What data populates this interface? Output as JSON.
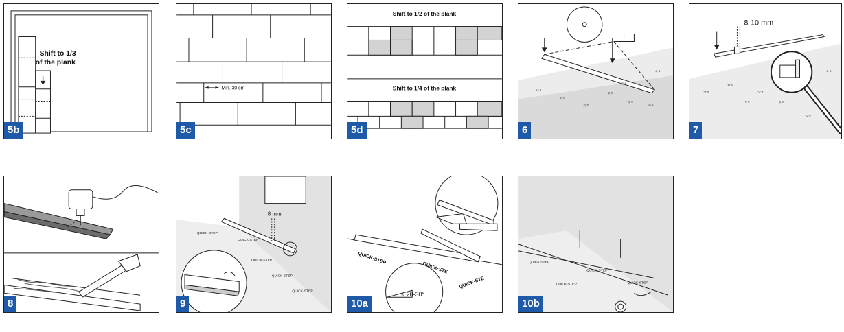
{
  "panels": {
    "p5b": {
      "label": "5b",
      "text_line1": "Shift to 1/3",
      "text_line2": "of the plank"
    },
    "p5c": {
      "label": "5c",
      "measure": "Min. 30 cm"
    },
    "p5d": {
      "label": "5d",
      "top_title": "Shift to 1/2 of the plank",
      "bottom_title": "Shift to 1/4 of the plank"
    },
    "p6": {
      "label": "6"
    },
    "p7": {
      "label": "7",
      "measure": "8-10 mm"
    },
    "p8": {
      "label": "8"
    },
    "p9": {
      "label": "9",
      "measure": "8 mm"
    },
    "p10a": {
      "label": "10a",
      "angle": "≈ 20-30°"
    },
    "p10b": {
      "label": "10b"
    }
  },
  "underlay_brand": "QUICK·STEP",
  "colors": {
    "tag_bg": "#1f5aa8",
    "floor_gray": "#d4d4d4",
    "wall_gray": "#e2e2e2",
    "tile_gray": "#d3d3d3"
  }
}
